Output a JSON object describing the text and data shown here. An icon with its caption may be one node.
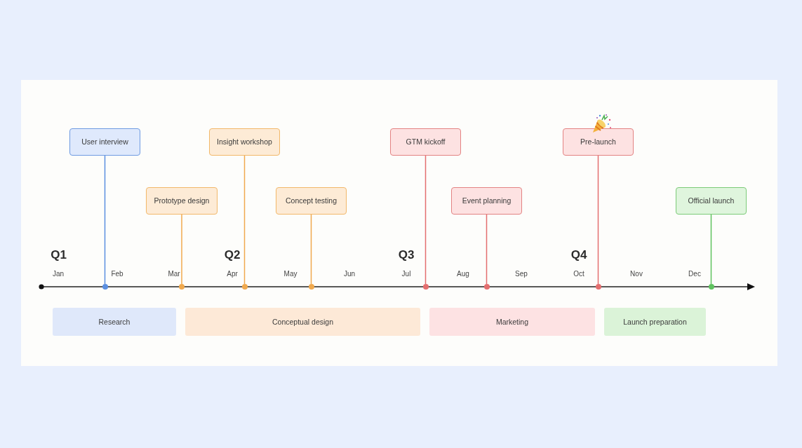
{
  "diagram": {
    "nodes": [
      {
        "text": [
          "User interview"
        ]
      },
      {
        "text": [
          "Prototype design"
        ]
      },
      {
        "text": [
          "Insight workshop"
        ]
      },
      {
        "text": [
          "Concept testing"
        ]
      },
      {
        "text": [
          "GTM kickoff"
        ]
      },
      {
        "text": [
          "Event planning"
        ]
      },
      {
        "text": [
          "Pre-launch"
        ]
      },
      {
        "text": [
          "Official launch"
        ]
      },
      {
        "text": [],
        "shape": "circle"
      },
      {
        "text": [],
        "shape": "circle"
      },
      {
        "text": [],
        "shape": "circle"
      },
      {
        "text": [],
        "shape": "circle"
      },
      {
        "text": [],
        "shape": "circle"
      },
      {
        "text": [],
        "shape": "circle"
      },
      {
        "text": [],
        "shape": "circle"
      },
      {
        "text": [],
        "shape": "circle"
      },
      {
        "text": [
          "Research"
        ]
      },
      {
        "text": [
          "Conceptual design"
        ]
      },
      {
        "text": [
          "Marketing"
        ]
      },
      {
        "text": [
          "Launch preparation"
        ]
      }
    ],
    "edges": [
      {
        "from": 0,
        "to": 8,
        "arrow": "none",
        "color": "#5b8fe0"
      },
      {
        "from": 1,
        "to": 9,
        "arrow": "none",
        "color": "#f0a94e"
      },
      {
        "from": 2,
        "to": 10,
        "arrow": "none",
        "color": "#f0a94e"
      },
      {
        "from": 3,
        "to": 11,
        "arrow": "none",
        "color": "#f0a94e"
      },
      {
        "from": 4,
        "to": 12,
        "arrow": "none",
        "color": "#e46f6f"
      },
      {
        "from": 5,
        "to": 13,
        "arrow": "none",
        "color": "#e46f6f"
      },
      {
        "from": 6,
        "to": 14,
        "arrow": "none",
        "color": "#e46f6f"
      },
      {
        "from": 7,
        "to": 15,
        "arrow": "none",
        "color": "#5fc35f"
      }
    ],
    "labels": [
      "Q1",
      "Q2",
      "Q3",
      "Q4",
      "Jan",
      "Feb",
      "Mar",
      "Apr",
      "May",
      "Jun",
      "Jul",
      "Aug",
      "Sep",
      "Oct",
      "Nov",
      "Dec"
    ]
  }
}
